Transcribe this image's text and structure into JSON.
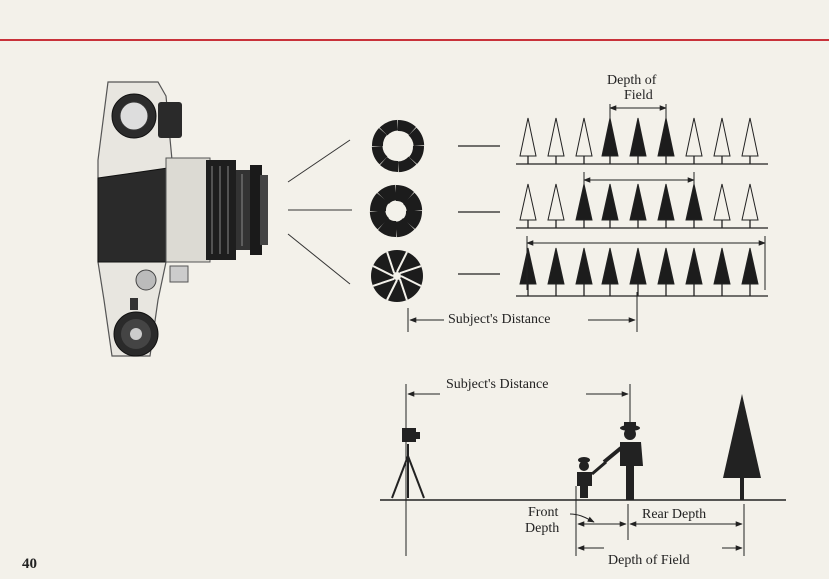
{
  "page": {
    "number": "40"
  },
  "colors": {
    "accent_rule": "#c8323a",
    "ink": "#222222",
    "paper": "#f3f1ea"
  },
  "top_diagram": {
    "dof_title_line1": "Depth of",
    "dof_title_line2": "Field",
    "subject_distance": "Subject's Distance"
  },
  "bottom_diagram": {
    "subject_distance": "Subject's Distance",
    "front_depth_line1": "Front",
    "front_depth_line2": "Depth",
    "rear_depth": "Rear Depth",
    "depth_of_field": "Depth of Field"
  }
}
